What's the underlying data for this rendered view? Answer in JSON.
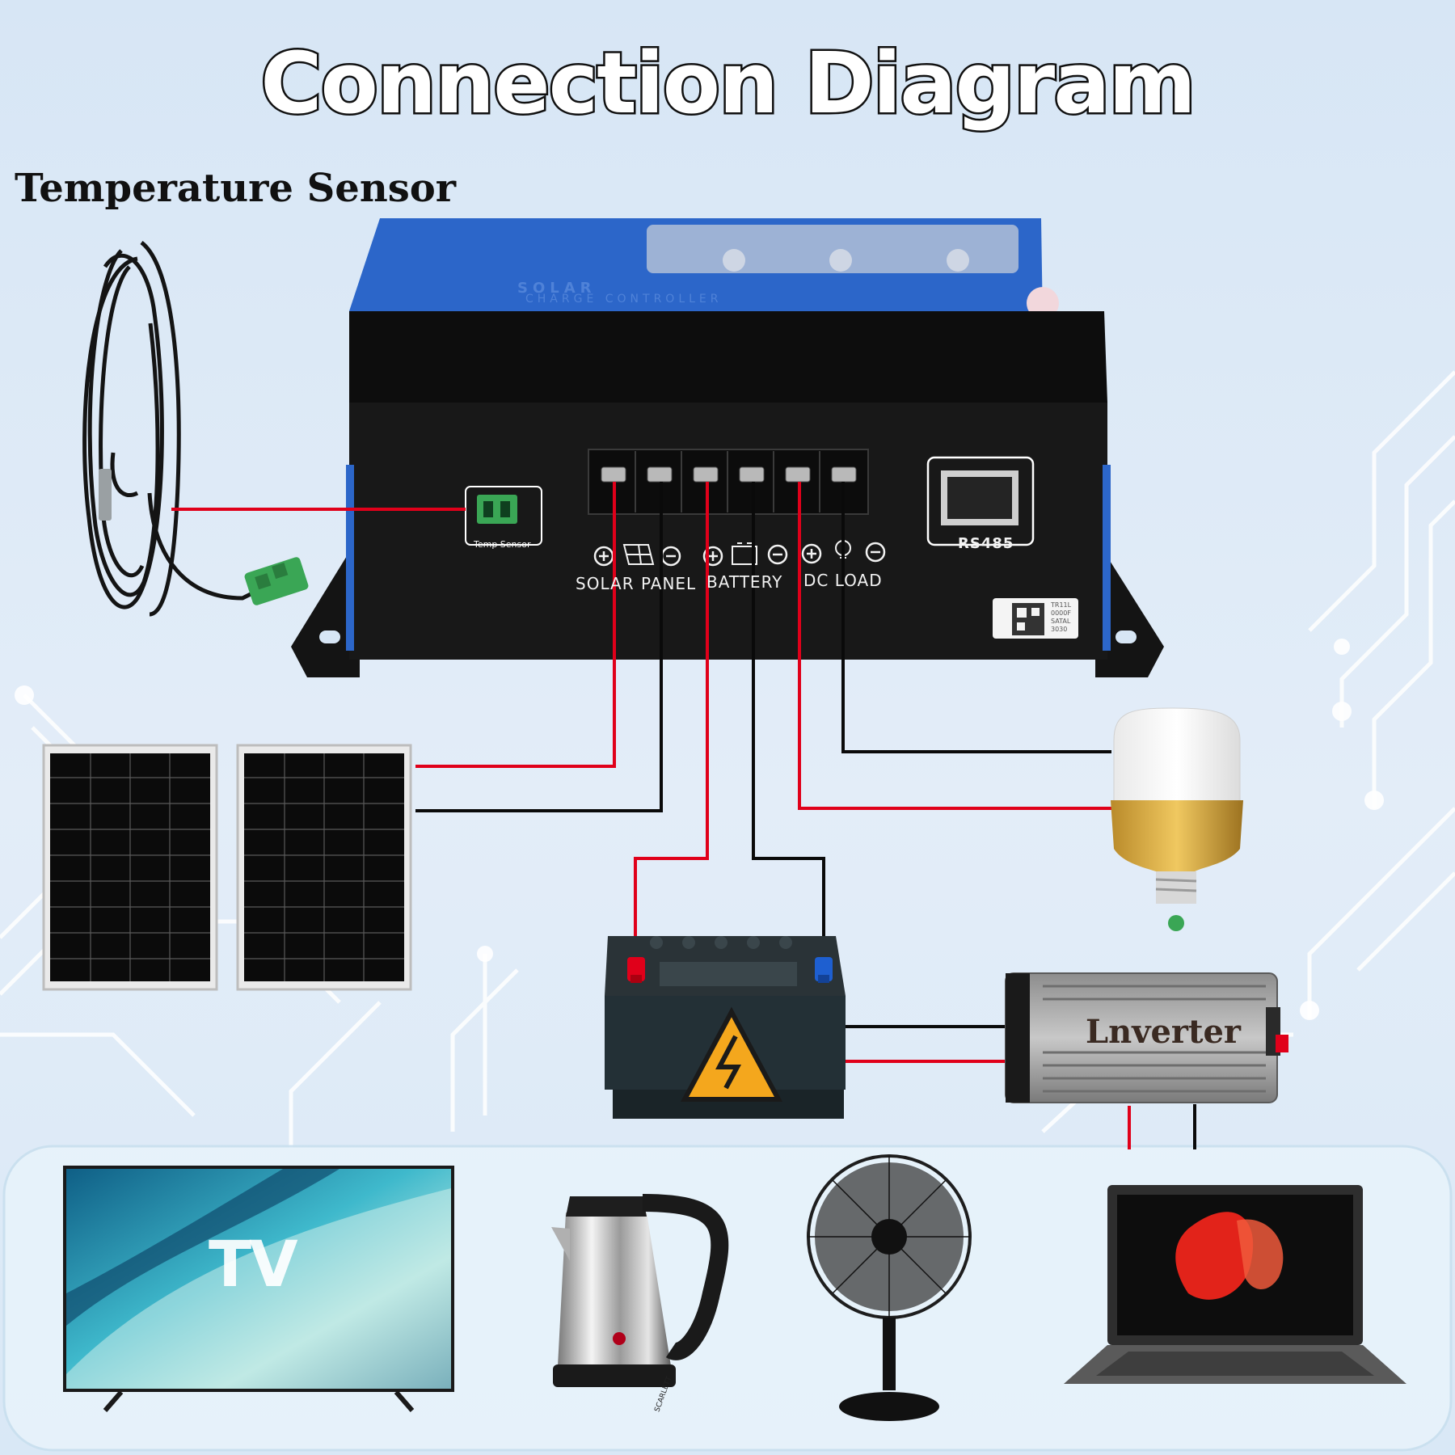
{
  "header": {
    "title": "Connection Diagram"
  },
  "sensor": {
    "label": "Temperature Sensor"
  },
  "controller": {
    "brand_line1": "SOLAR",
    "brand_line2": "CHARGE CONTROLLER",
    "temp_port_label": "Temp Sensor",
    "rs485_label": "RS485",
    "terminal_labels": {
      "solar": "SOLAR",
      "panel": "PANEL",
      "battery": "BATTERY",
      "load": "DC LOAD"
    },
    "serial_text": [
      "TR11L",
      "0000F",
      "SATAL",
      "3030"
    ]
  },
  "inverter": {
    "label": "Lnverter"
  },
  "appliances": {
    "tv_text": "TV",
    "kettle_brand": "SCARLETT"
  },
  "colors": {
    "positive_wire": "#e0001a",
    "negative_wire": "#0a0a0a",
    "controller_body": "#111111",
    "controller_top": "#2c66c9",
    "connector_green": "#3aa655"
  }
}
